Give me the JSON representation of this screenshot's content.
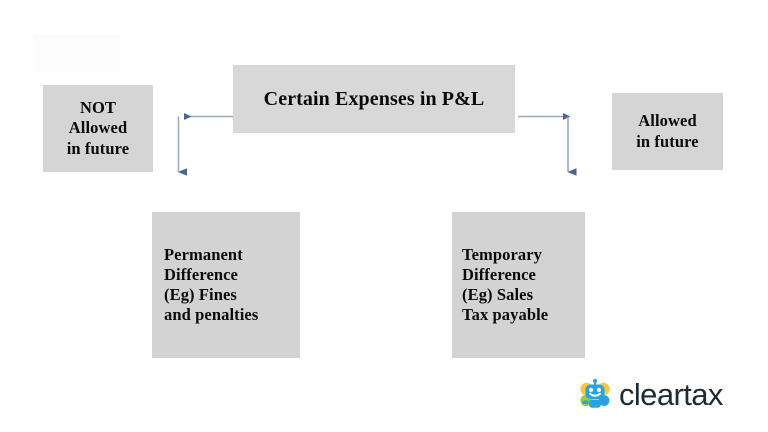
{
  "diagram": {
    "title_box": {
      "label": "Certain Expenses in P&L",
      "lines": [
        "Certain Expenses in P&L"
      ]
    },
    "left_branch": {
      "outcome_box": {
        "lines": [
          "NOT",
          "Allowed",
          "in future"
        ]
      },
      "detail_box": {
        "lines": [
          "Permanent",
          "Difference",
          "(Eg) Fines",
          "and penalties"
        ]
      }
    },
    "right_branch": {
      "outcome_box": {
        "lines": [
          "Allowed",
          "in future"
        ]
      },
      "detail_box": {
        "lines": [
          "Temporary",
          "Difference",
          "(Eg) Sales",
          "Tax payable"
        ]
      }
    },
    "connectors": [
      {
        "name": "left-elbow-connector",
        "direction": "left-then-down"
      },
      {
        "name": "right-elbow-connector",
        "direction": "right-then-down"
      }
    ]
  },
  "branding": {
    "logo_text": "cleartax",
    "logo_icon": "robot-mascot-icon"
  },
  "colors": {
    "background": "#ffffff",
    "box_fill": "#d6d6d6",
    "text": "#0a0a0a",
    "connector_line": "#9aabc4",
    "connector_head": "#4a6593",
    "logo_text": "#1c2b36",
    "logo_robot_body": "#29a3e0",
    "logo_robot_accent": "#f2c94c",
    "logo_robot_green": "#9ccb3b"
  }
}
